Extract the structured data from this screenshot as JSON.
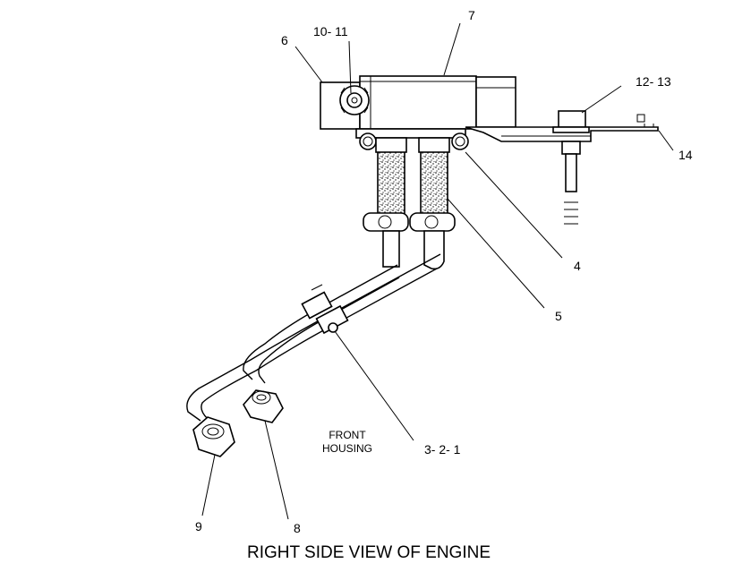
{
  "callouts": {
    "c7": "7",
    "c6": "6",
    "c10_11": "10- 11",
    "c12_13": "12- 13",
    "c14": "14",
    "c4": "4",
    "c5": "5",
    "c3_2_1": "3- 2- 1",
    "c9": "9",
    "c8": "8"
  },
  "note": {
    "line1": "FRONT",
    "line2": "HOUSING"
  },
  "caption": "RIGHT SIDE VIEW OF ENGINE",
  "colors": {
    "ink": "#000000",
    "paper": "#ffffff",
    "hose_fill": "#e6e6e6"
  }
}
